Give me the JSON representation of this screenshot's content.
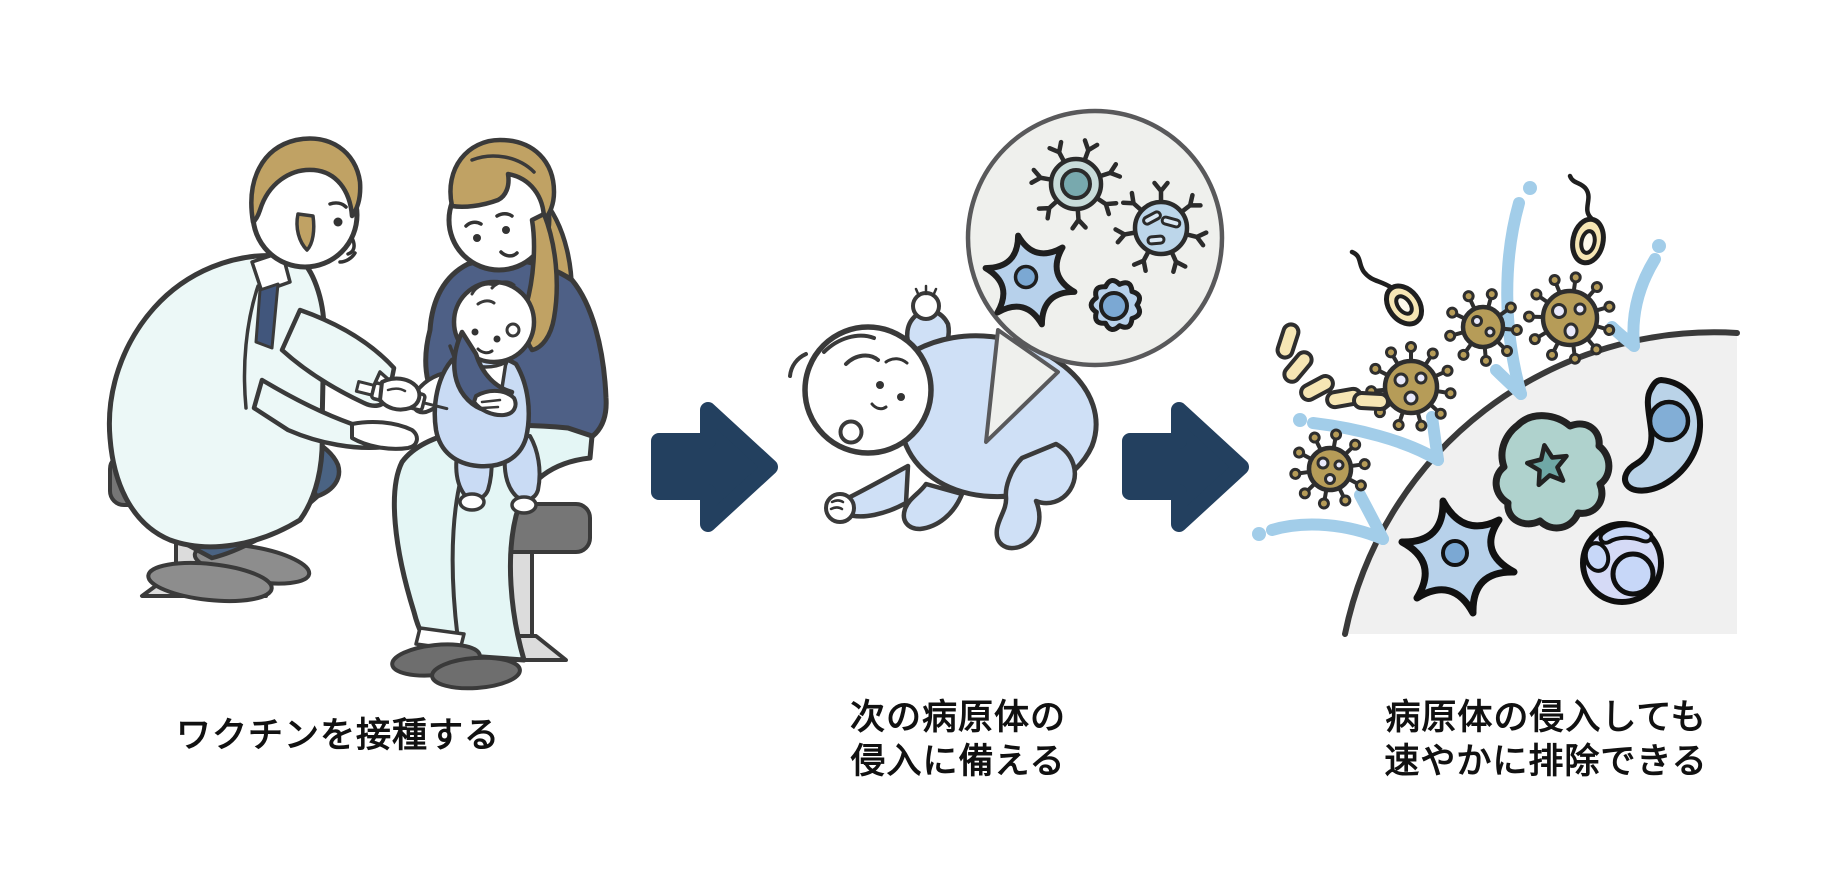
{
  "figure": {
    "background": "#ffffff",
    "type": "vaccination-immunity-process-infographic"
  },
  "steps": [
    {
      "caption_lines": [
        "ワクチンを接種する"
      ]
    },
    {
      "caption_lines": [
        "次の病原体の",
        "侵入に備える"
      ]
    },
    {
      "caption_lines": [
        "病原体の侵入しても",
        "速やかに排除できる"
      ]
    }
  ],
  "colors": {
    "arrow": "#23405f",
    "outline": "#3a3a3a",
    "caption": "#111111",
    "hair_tan": "#c0a264",
    "coat_mint": "#ecf8f7",
    "sweater_navy": "#4e6086",
    "doctor_pants": "#4a6383",
    "pants_mint": "#e4f6f5",
    "baby_overalls": "#c9dbf4",
    "baby_onesie": "#cfe0f6",
    "stool_seat": "#767676",
    "stool_leg": "#dcdcdc",
    "doctor_shoe": "#8d8d8d",
    "mother_shoe": "#6e6e6e",
    "bubble_fill": "#eff0ed",
    "bubble_stroke": "#59595b",
    "cell_blue": "#b7d1eb",
    "cell_blue_nucleus": "#7ba8d3",
    "teal_virus_ring": "#c8dcda",
    "teal_virus_core": "#78a9ae",
    "amoeba_teal": "#afd2cd",
    "amoeba_nucleus": "#6fa8a6",
    "virus_tan": "#b69c58",
    "virus_dot": "#e9e9fb",
    "bacteria_cream": "#f6e6b4",
    "antibody_blue": "#a2cde9",
    "membrane_gray": "#f0f0f0",
    "teardrop_cell": "#bad3e8",
    "teardrop_nucleus": "#82aed6",
    "round_cell_purple": "#d5daf6",
    "round_cell_inner": "#c7d7f8"
  },
  "icons": {
    "arrow_right": "rounded-chevron-arrow",
    "speech_bubble": "circle-with-tail",
    "virus": "spiked-circle",
    "bacteria_chain": "capsule-chain",
    "flagellate": "oval-with-flagellum",
    "antibody": "forked-blue-stroke",
    "dendritic_cell": "star-cell",
    "macrophage_cell": "amoeba-cell",
    "lymphocyte_cell": "round-cell"
  }
}
